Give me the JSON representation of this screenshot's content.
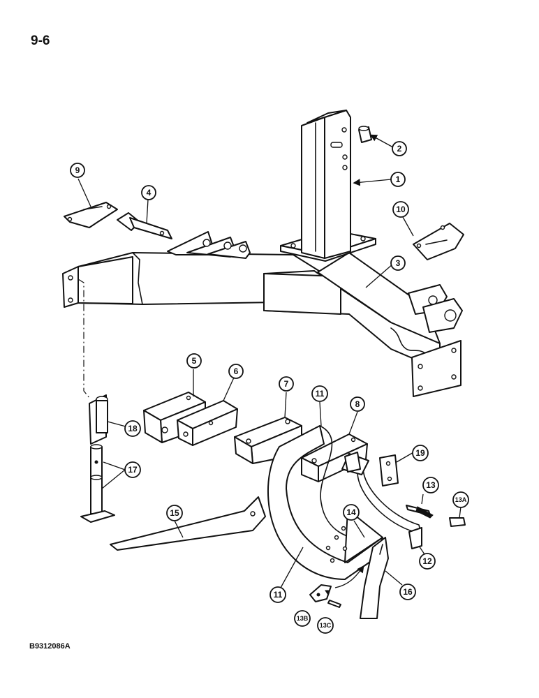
{
  "page": {
    "number": "9-6",
    "figure_id": "B9312086A"
  },
  "callouts": [
    {
      "label": "1"
    },
    {
      "label": "2"
    },
    {
      "label": "3"
    },
    {
      "label": "4"
    },
    {
      "label": "5"
    },
    {
      "label": "6"
    },
    {
      "label": "7"
    },
    {
      "label": "8"
    },
    {
      "label": "9"
    },
    {
      "label": "10"
    },
    {
      "label": "11"
    },
    {
      "label": "11"
    },
    {
      "label": "12"
    },
    {
      "label": "13"
    },
    {
      "label": "13A"
    },
    {
      "label": "13B"
    },
    {
      "label": "13C"
    },
    {
      "label": "14"
    },
    {
      "label": "15"
    },
    {
      "label": "16"
    },
    {
      "label": "17"
    },
    {
      "label": "18"
    },
    {
      "label": "19"
    }
  ]
}
